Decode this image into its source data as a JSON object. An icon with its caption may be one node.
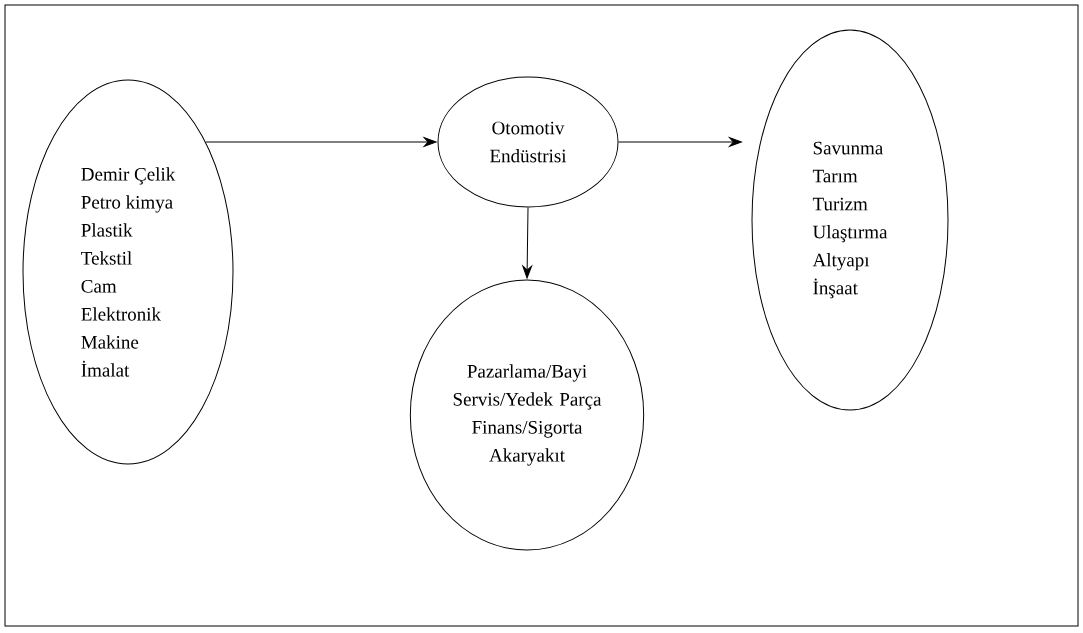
{
  "diagram": {
    "nodes": [
      {
        "text": [
          "Demir Çelik",
          "Petro kimya",
          "Plastik",
          "Tekstil",
          "Cam",
          "Elektronik",
          "Makine",
          "İmalat"
        ]
      },
      {
        "text": [
          "Otomotiv Endüstrisi"
        ]
      },
      {
        "text": [
          "Savunma",
          "Tarım",
          "Turizm",
          "Ulaştırma",
          "Altyapı",
          "İnşaat"
        ]
      },
      {
        "text": [
          "Pazarlama/Bayi",
          "Servis/Yedek Parça",
          "Finans/Sigorta",
          "Akaryakıt"
        ]
      }
    ],
    "edges": [
      {
        "from": 0,
        "to": 1,
        "arrow": "to"
      },
      {
        "from": 1,
        "to": 2,
        "arrow": "to"
      },
      {
        "from": 1,
        "to": 3,
        "arrow": "to"
      }
    ]
  }
}
